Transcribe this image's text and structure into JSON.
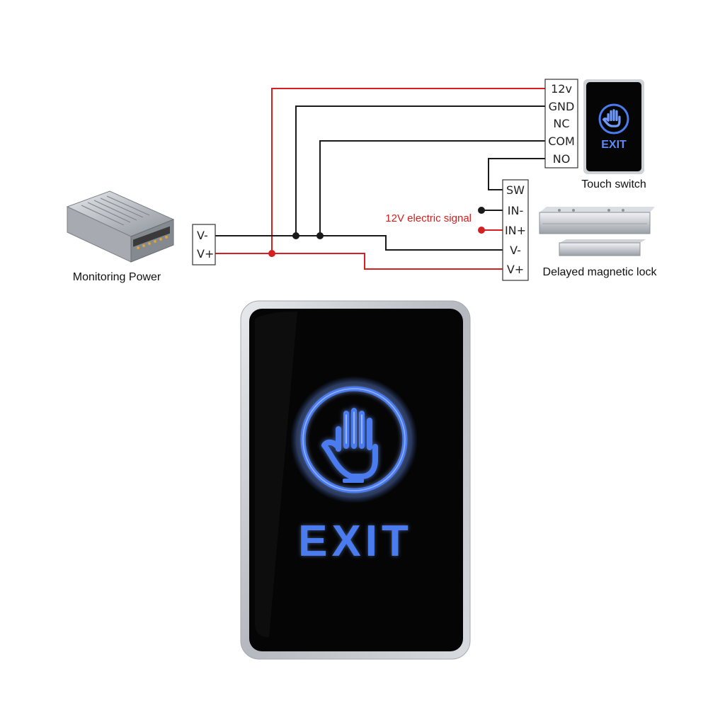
{
  "colors": {
    "red_wire": "#d42020",
    "black_wire": "#1a1a1a",
    "exit_blue": "#4a7cf0",
    "exit_glow": "#8fb0ff",
    "panel_black": "#050505",
    "frame_silver": "#c9ccd1"
  },
  "power_supply": {
    "caption": "Monitoring Power",
    "terminals": [
      "V-",
      "V+"
    ]
  },
  "touch_switch": {
    "caption": "Touch switch",
    "terminals": [
      "12v",
      "GND",
      "NC",
      "COM",
      "NO"
    ],
    "panel_label": "EXIT",
    "icon": "hand-icon"
  },
  "magnetic_lock": {
    "caption": "Delayed magnetic lock",
    "terminals": [
      "SW",
      "IN-",
      "IN+",
      "V-",
      "V+"
    ]
  },
  "signal_note": "12V electric signal",
  "exit_button": {
    "label": "EXIT",
    "icon": "hand-icon"
  }
}
